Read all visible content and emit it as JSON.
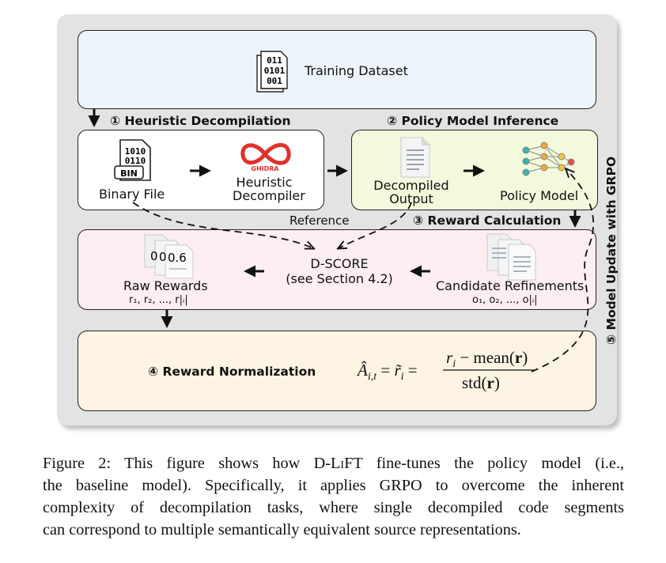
{
  "dataset": {
    "icon_text": [
      "011",
      "0101",
      "001"
    ],
    "label": "Training Dataset"
  },
  "steps": {
    "s1": "① Heuristic Decompilation",
    "s2": "② Policy Model Inference",
    "s3": "③ Reward Calculation",
    "s4": "④ Reward Normalization",
    "s5": "⑤ Model Update with GRPO"
  },
  "heuristic": {
    "bin_icon_text": [
      "1010",
      "0110"
    ],
    "bin_badge": "BIN",
    "binary_label": "Binary File",
    "ghidra_text": "GHIDRA",
    "decompiler_label_1": "Heuristic",
    "decompiler_label_2": "Decompiler"
  },
  "policy": {
    "output_label_1": "Decompiled",
    "output_label_2": "Output",
    "model_label": "Policy Model"
  },
  "reward": {
    "raw_label": "Raw Rewards",
    "raw_sub": "r₁, r₂, ..., r|ᵢ|",
    "raw_icon_values": [
      "0",
      "0",
      "0.6"
    ],
    "dscore_1": "D-SCORE",
    "dscore_2": "(see Section 4.2)",
    "reference_label": "Reference",
    "candidate_label": "Candidate Refinements",
    "candidate_sub": "o₁, o₂, ..., o|ᵢ|"
  },
  "caption": {
    "line1_a": "Figure 2: This figure shows how D-L",
    "line1_b": "i",
    "line1_c": "FT fine-tunes the policy model (i.e.,",
    "line2": "the baseline model). Specifically, it applies GRPO to overcome the inherent",
    "line3": "complexity of decompilation tasks, where single decompiled code segments",
    "line4": "can correspond to multiple semantically equivalent source representations."
  },
  "colors": {
    "panel": "#e3e3e3",
    "dataset_box": "#edf4fb",
    "policy_box": "#f3f9dc",
    "reward_box": "#fdeef3",
    "norm_box": "#fdf4e3",
    "ghidra_red": "#e0312a"
  }
}
